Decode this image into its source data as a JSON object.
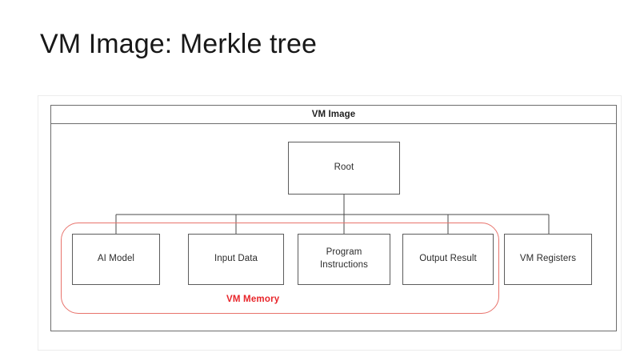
{
  "slide": {
    "title": "VM Image: Merkle tree"
  },
  "diagram": {
    "container_label": "VM Image",
    "type": "merkle-tree",
    "root": {
      "label": "Root"
    },
    "leaves": [
      {
        "id": "ai-model",
        "label": "AI Model"
      },
      {
        "id": "input-data",
        "label": "Input Data"
      },
      {
        "id": "program-instructions",
        "label": "Program\nInstructions"
      },
      {
        "id": "output-result",
        "label": "Output Result"
      },
      {
        "id": "vm-registers",
        "label": "VM Registers"
      }
    ],
    "group": {
      "label": "VM Memory",
      "members": [
        "AI Model",
        "Input Data",
        "Program Instructions",
        "Output Result"
      ],
      "color": "#e8252a",
      "border_color": "#e8726b"
    },
    "colors": {
      "box_border": "#5c5c5c",
      "frame_border": "#6d6d6d",
      "outer_frame_border": "#ececec",
      "connector": "#4a4a4a",
      "background": "#ffffff",
      "text": "#2b2b2b"
    }
  }
}
